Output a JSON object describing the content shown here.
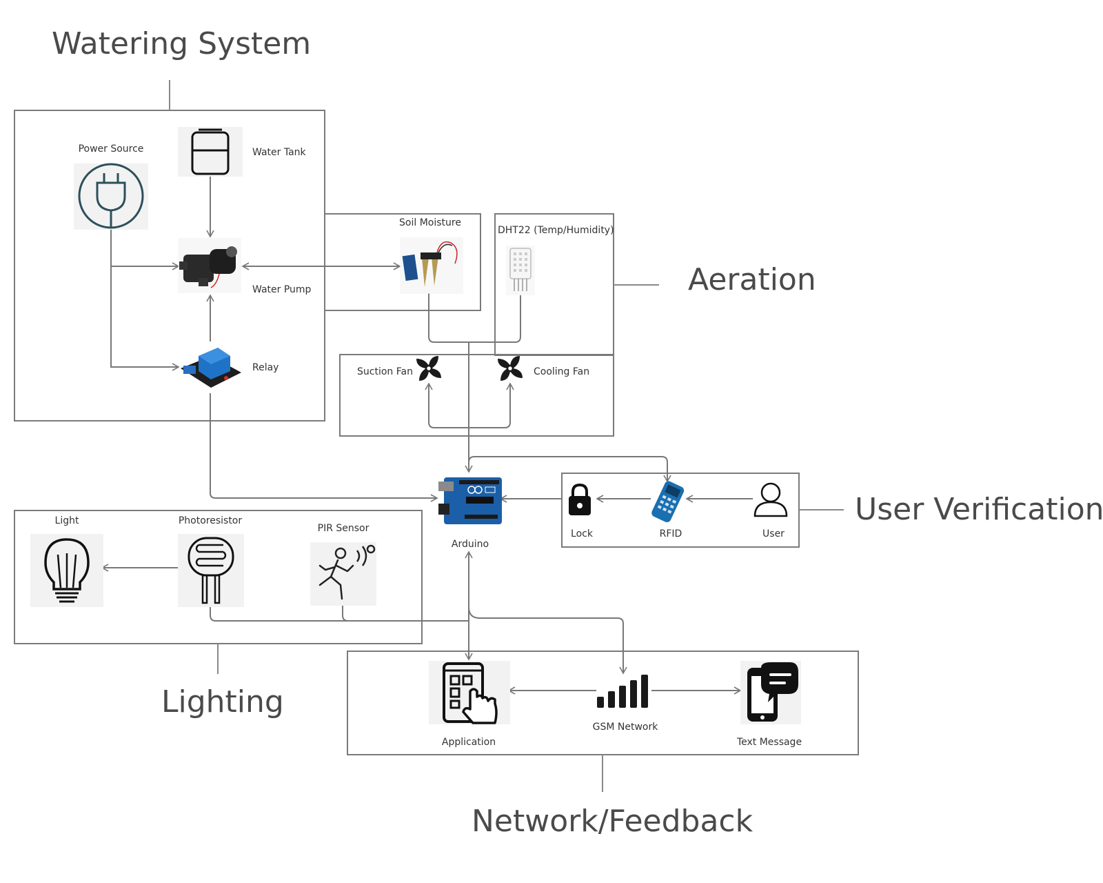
{
  "groups": {
    "watering": "Watering System",
    "aeration": "Aeration",
    "user_verification": "User Verification",
    "lighting": "Lighting",
    "network": "Network/Feedback"
  },
  "nodes": {
    "power_source": "Power Source",
    "water_tank": "Water Tank",
    "water_pump": "Water Pump",
    "relay": "Relay",
    "soil_moisture": "Soil Moisture",
    "dht22": "DHT22 (Temp/Humidity)",
    "suction_fan": "Suction Fan",
    "cooling_fan": "Cooling Fan",
    "arduino": "Arduino",
    "lock": "Lock",
    "rfid": "RFID",
    "user": "User",
    "light": "Light",
    "photoresistor": "Photoresistor",
    "pir_sensor": "PIR Sensor",
    "application": "Application",
    "gsm_network": "GSM Network",
    "text_message": "Text Message"
  },
  "icons": {
    "power_source": "plug-icon",
    "water_tank": "tank-icon",
    "water_pump": "pump-icon",
    "relay": "relay-module-icon",
    "soil_moisture": "soil-moisture-sensor-icon",
    "dht22": "dht22-sensor-icon",
    "fan": "fan-icon",
    "arduino": "arduino-board-icon",
    "lock": "lock-icon",
    "rfid": "rfid-reader-icon",
    "user": "user-icon",
    "light": "light-bulb-icon",
    "photoresistor": "photoresistor-icon",
    "pir_sensor": "motion-sensor-icon",
    "application": "mobile-app-icon",
    "gsm_network": "signal-bars-icon",
    "text_message": "text-message-icon"
  },
  "colors": {
    "box_stroke": "#7a7a7a",
    "wire": "#777777",
    "title_text": "#4a4a4a",
    "arduino_blue": "#1b5fa8",
    "relay_blue": "#1f73c7",
    "rfid_blue": "#1a6fb0",
    "plug_teal": "#2c4f5a"
  }
}
